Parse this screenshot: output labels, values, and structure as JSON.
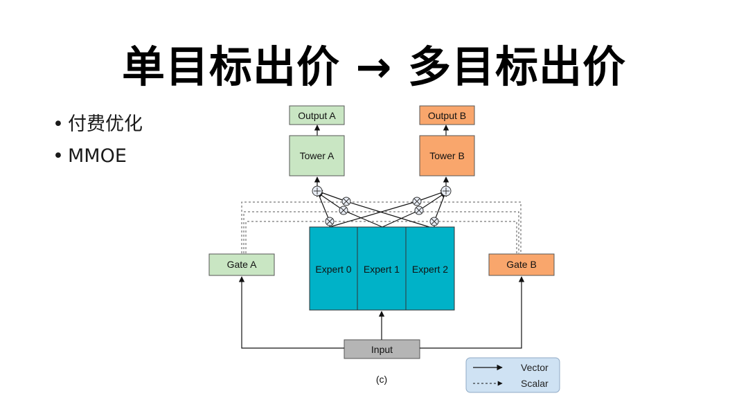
{
  "slide": {
    "title": "单目标出价 → 多目标出价",
    "bullets": [
      "付费优化",
      "MMOE"
    ]
  },
  "diagram": {
    "boxes": {
      "output_a": "Output A",
      "output_b": "Output B",
      "tower_a": "Tower A",
      "tower_b": "Tower B",
      "gate_a": "Gate A",
      "gate_b": "Gate B",
      "expert_0": "Expert 0",
      "expert_1": "Expert 1",
      "expert_2": "Expert 2",
      "input": "Input"
    },
    "caption": "(c)",
    "legend": {
      "vector": "Vector",
      "scalar": "Scalar"
    },
    "colors": {
      "green": "#c9e6c3",
      "orange": "#f9a66c",
      "teal": "#00b2c8",
      "gray": "#b5b5b5",
      "legend_bg": "#cfe2f3"
    }
  }
}
